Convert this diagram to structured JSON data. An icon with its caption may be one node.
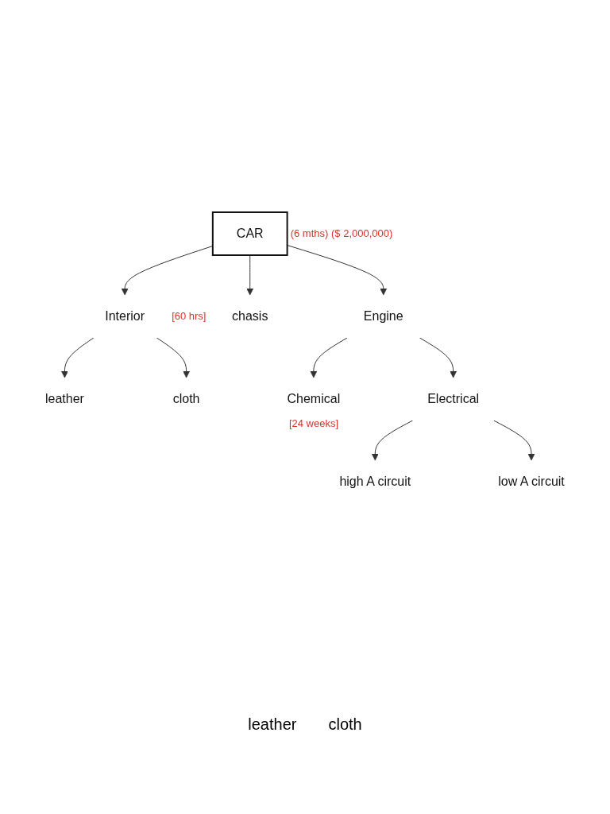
{
  "diagram": {
    "nodes": [
      {
        "text": [
          "CAR"
        ],
        "beside": [
          "(6 mths)",
          "($ 2,000,000)"
        ]
      },
      {
        "text": [
          "Engine"
        ]
      },
      {
        "text": [
          "chasis"
        ]
      },
      {
        "text": [
          "Interior"
        ],
        "beside": [
          "[60 hrs]"
        ]
      },
      {
        "text": [
          "leather"
        ]
      },
      {
        "text": [
          "cloth"
        ]
      },
      {
        "text": [
          "Chemical"
        ],
        "beside": [
          "[24 weeks]"
        ]
      },
      {
        "text": [
          "Electrical"
        ]
      },
      {
        "text": [
          "high A circuit"
        ]
      },
      {
        "text": [
          "low A circuit"
        ]
      }
    ],
    "edges": [
      {
        "from": 0,
        "to": 1,
        "arrow": "to"
      },
      {
        "from": 0,
        "to": 2,
        "arrow": "to"
      },
      {
        "from": 0,
        "to": 3,
        "arrow": "to"
      },
      {
        "from": 3,
        "to": 4,
        "arrow": "to"
      },
      {
        "from": 3,
        "to": 5,
        "arrow": "to"
      },
      {
        "from": 1,
        "to": 6,
        "arrow": "to"
      },
      {
        "from": 1,
        "to": 7,
        "arrow": "to"
      },
      {
        "from": 7,
        "to": 8,
        "arrow": "to"
      },
      {
        "from": 7,
        "to": 9,
        "arrow": "to"
      }
    ],
    "labels": [
      "leather",
      "cloth"
    ]
  }
}
